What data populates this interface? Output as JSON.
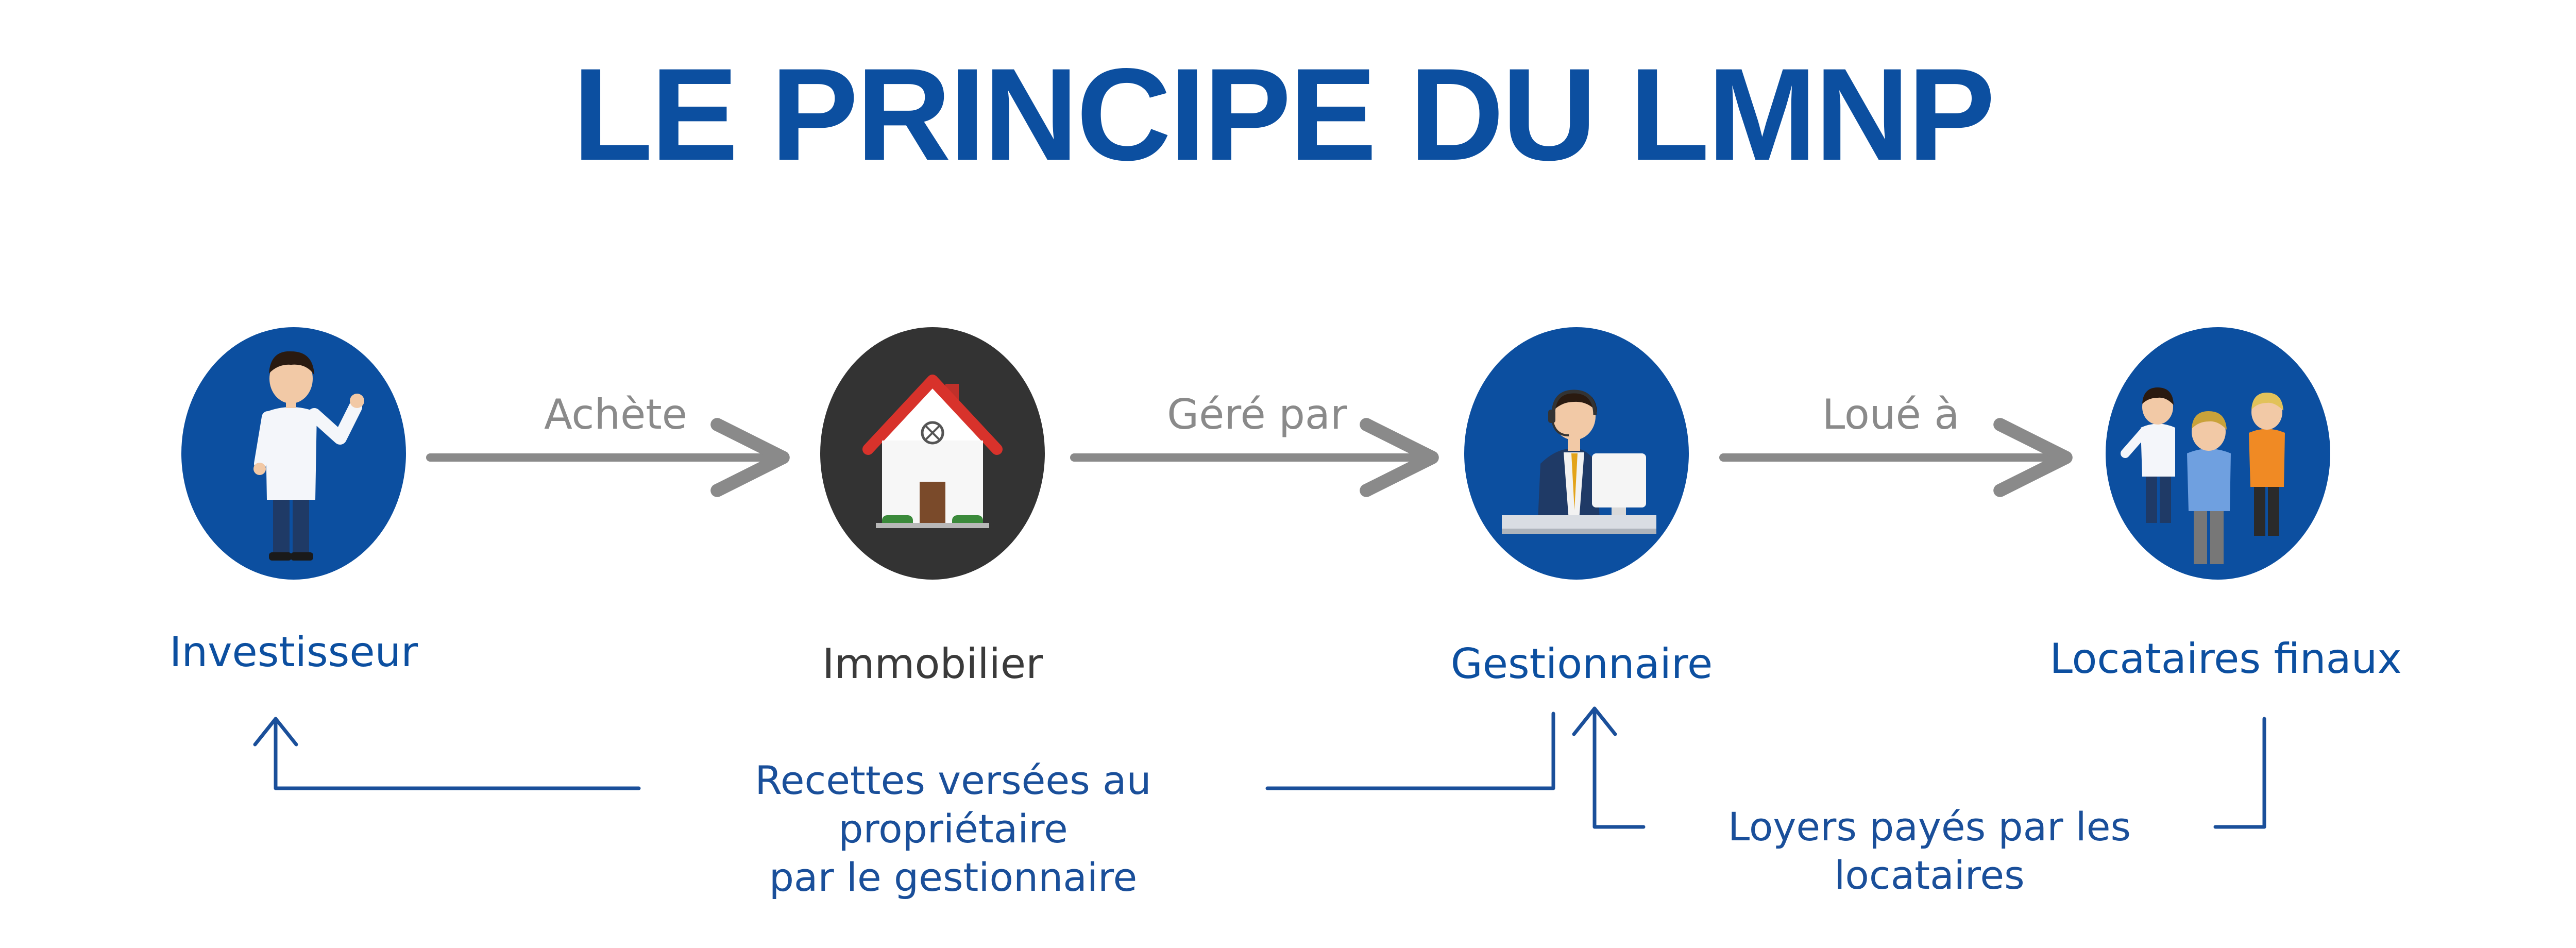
{
  "title": "LE PRINCIPE DU LMNP",
  "colors": {
    "brand_blue": "#0c4fa0",
    "return_line_blue": "#1a4f9a",
    "arrow_gray": "#8a8a8a",
    "property_circle": "#333333",
    "dark_text": "#3a3a3a"
  },
  "nodes": [
    {
      "key": "investisseur",
      "label": "Investisseur",
      "icon": "investor-person-icon"
    },
    {
      "key": "immobilier",
      "label": "Immobilier",
      "icon": "house-icon"
    },
    {
      "key": "gestionnaire",
      "label": "Gestionnaire",
      "icon": "manager-at-desk-icon"
    },
    {
      "key": "locataires",
      "label": "Locataires finaux",
      "icon": "tenants-group-icon"
    }
  ],
  "flows": [
    {
      "from": "investisseur",
      "to": "immobilier",
      "label": "Achète"
    },
    {
      "from": "immobilier",
      "to": "gestionnaire",
      "label": "Géré par"
    },
    {
      "from": "gestionnaire",
      "to": "locataires",
      "label": "Loué à"
    }
  ],
  "returns": [
    {
      "from": "gestionnaire",
      "to": "investisseur",
      "line1": "Recettes versées au propriétaire",
      "line2": "par le gestionnaire"
    },
    {
      "from": "locataires",
      "to": "gestionnaire",
      "label": "Loyers payés par les locataires"
    }
  ]
}
